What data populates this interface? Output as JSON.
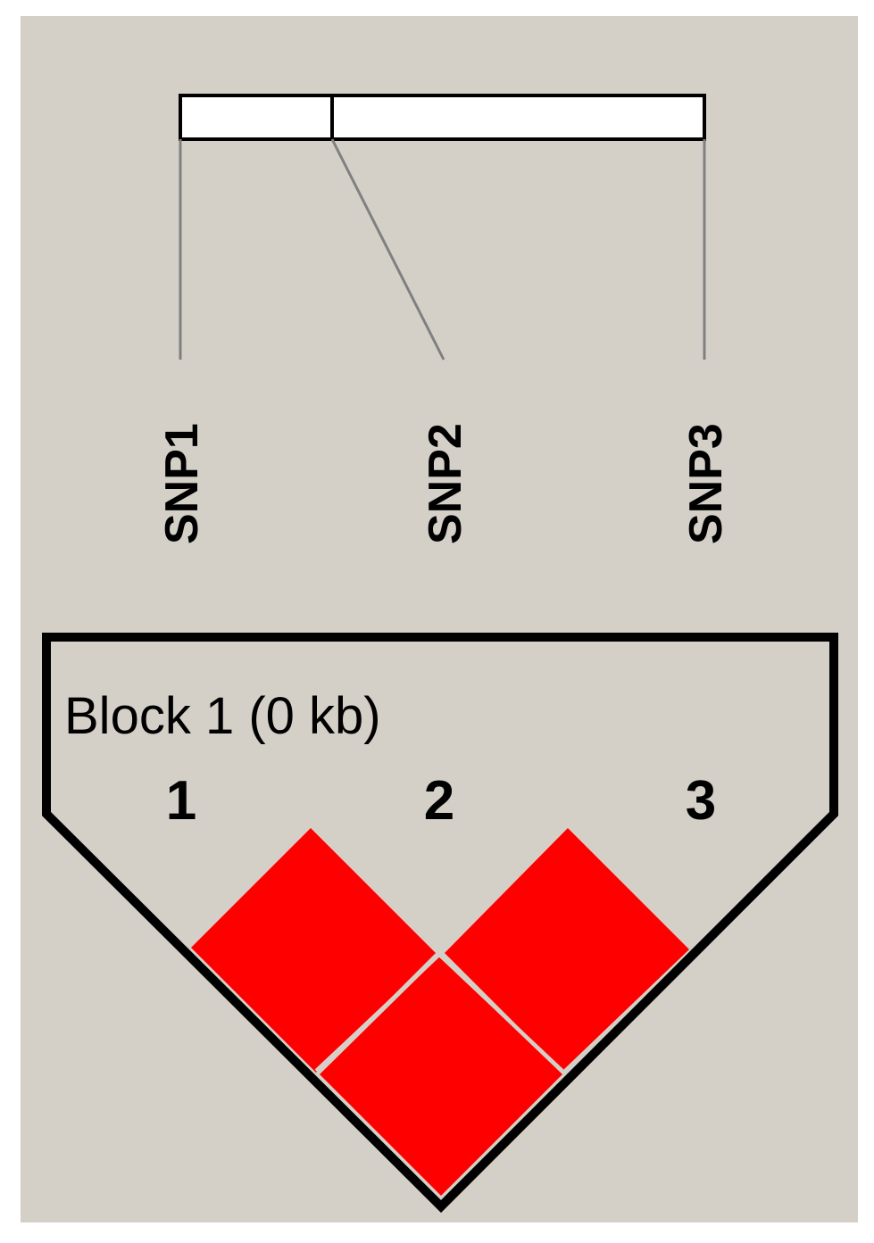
{
  "colors": {
    "background": "#d4d0c8",
    "ld_cell": "#ff0000",
    "outline": "#000000",
    "ruler_fill": "#ffffff",
    "connector": "#808080"
  },
  "markers": [
    {
      "name": "SNP1",
      "index": "1"
    },
    {
      "name": "SNP2",
      "index": "2"
    },
    {
      "name": "SNP3",
      "index": "3"
    }
  ],
  "block": {
    "label": "Block 1 (0 kb)"
  },
  "ld_pairs": [
    {
      "pair": "1-2",
      "color": "#ff0000",
      "value": ""
    },
    {
      "pair": "2-3",
      "color": "#ff0000",
      "value": ""
    },
    {
      "pair": "1-3",
      "color": "#ff0000",
      "value": ""
    }
  ]
}
